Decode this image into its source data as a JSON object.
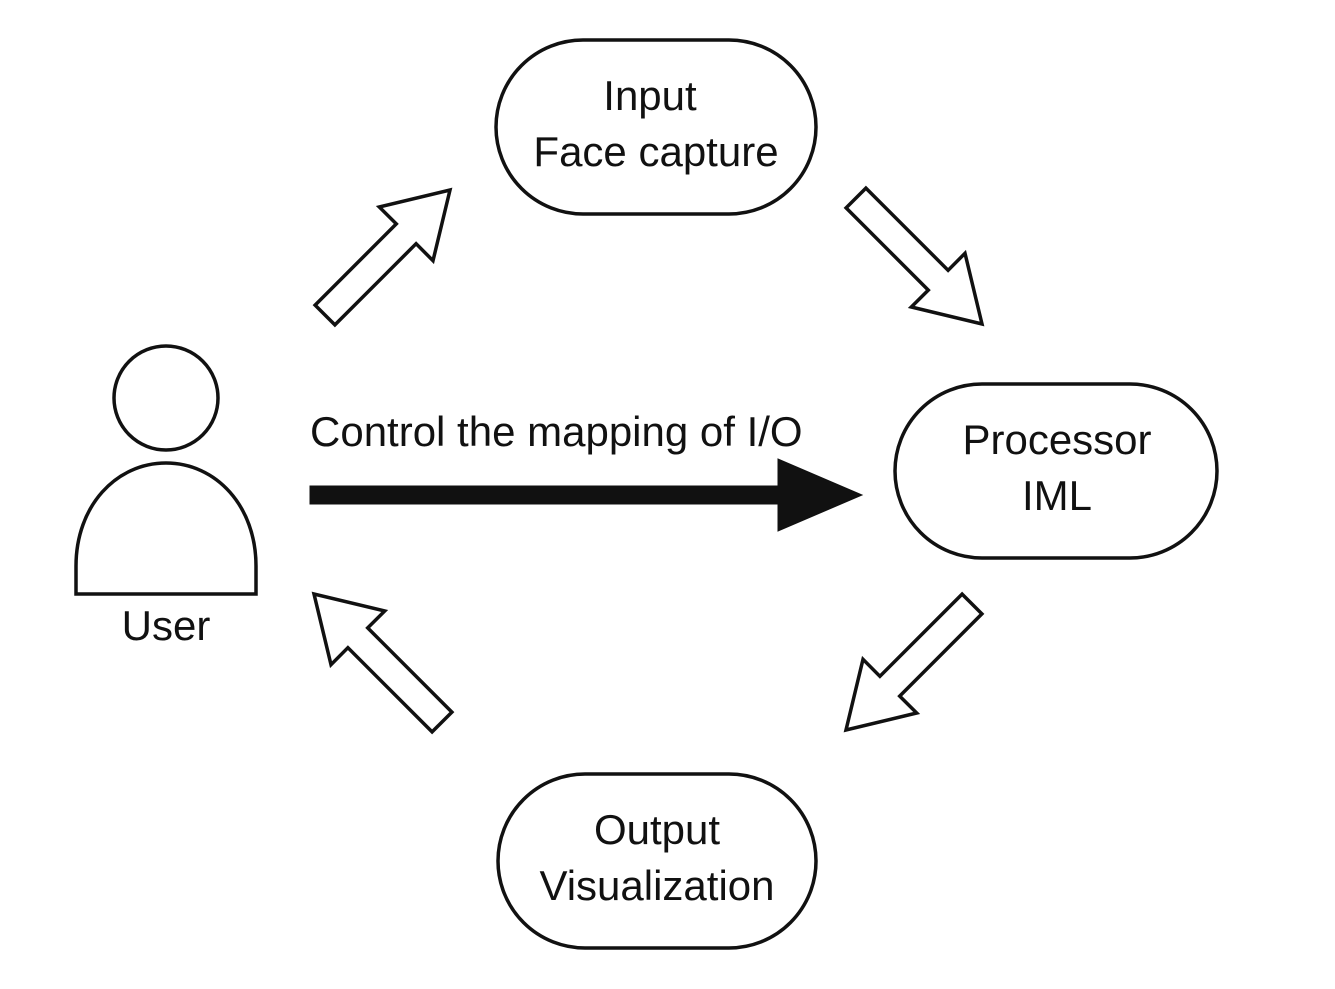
{
  "nodes": {
    "input": {
      "line1": "Input",
      "line2": "Face capture"
    },
    "processor": {
      "line1": "Processor",
      "line2": "IML"
    },
    "output": {
      "line1": "Output",
      "line2": "Visualization"
    },
    "user": {
      "label": "User"
    }
  },
  "edges": {
    "control": {
      "label": "Control the mapping of I/O"
    }
  },
  "colors": {
    "stroke": "#111111",
    "fill": "#ffffff"
  }
}
